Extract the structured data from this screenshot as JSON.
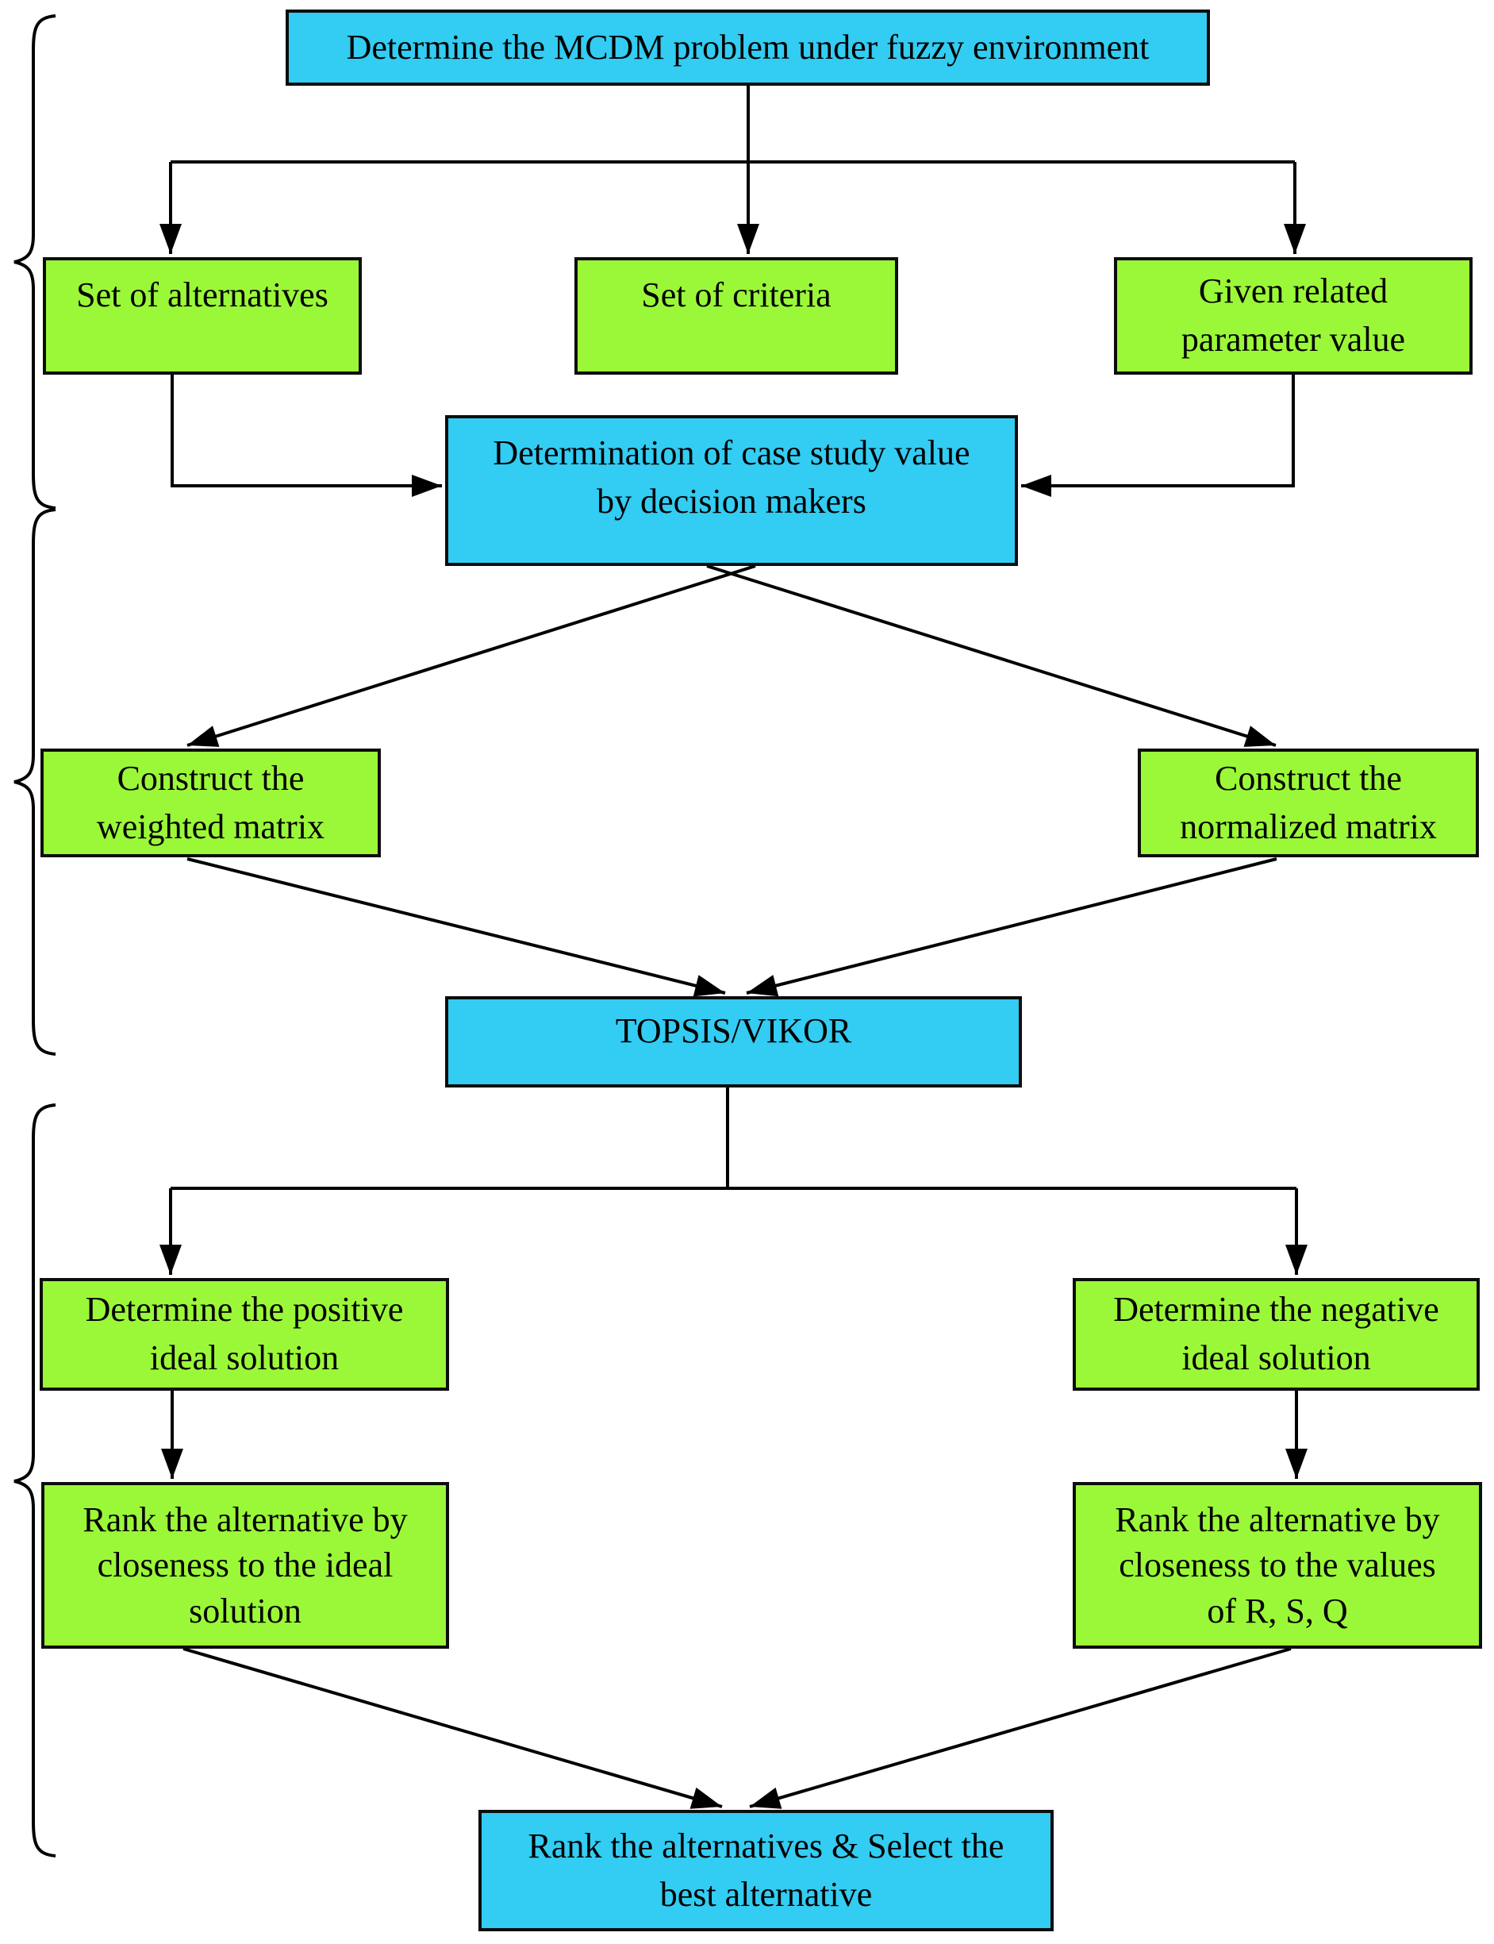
{
  "diagram": {
    "title": "Fuzzy MCDM (TOPSIS/VIKOR) methodology flowchart",
    "colors": {
      "process_fill_blue": "#33CCF2",
      "io_fill_green": "#9BF838",
      "border": "#0d0d0d",
      "line": "#000000",
      "background": "#ffffff"
    },
    "nodes": {
      "mcdm_problem": {
        "label": "Determine the MCDM problem under fuzzy environment"
      },
      "set_of_alternatives": {
        "label": "Set of alternatives"
      },
      "set_of_criteria": {
        "label": "Set of criteria"
      },
      "given_parameter": {
        "label": "Given related\nparameter value"
      },
      "case_study": {
        "label": "Determination of case study value\nby decision makers"
      },
      "weighted_matrix": {
        "label": "Construct the\nweighted matrix"
      },
      "normalized_matrix": {
        "label": "Construct the\nnormalized matrix"
      },
      "topsis_vikor": {
        "label": "TOPSIS/VIKOR"
      },
      "positive_ideal": {
        "label": "Determine the positive\nideal solution"
      },
      "negative_ideal": {
        "label": "Determine the negative\nideal solution"
      },
      "rank_ideal": {
        "label": "Rank the alternative by\ncloseness to the ideal\nsolution"
      },
      "rank_rsq": {
        "label": "Rank the alternative by\ncloseness to the values\nof R, S, Q"
      },
      "rank_select": {
        "label": "Rank the alternatives & Select the\nbest alternative"
      }
    }
  }
}
